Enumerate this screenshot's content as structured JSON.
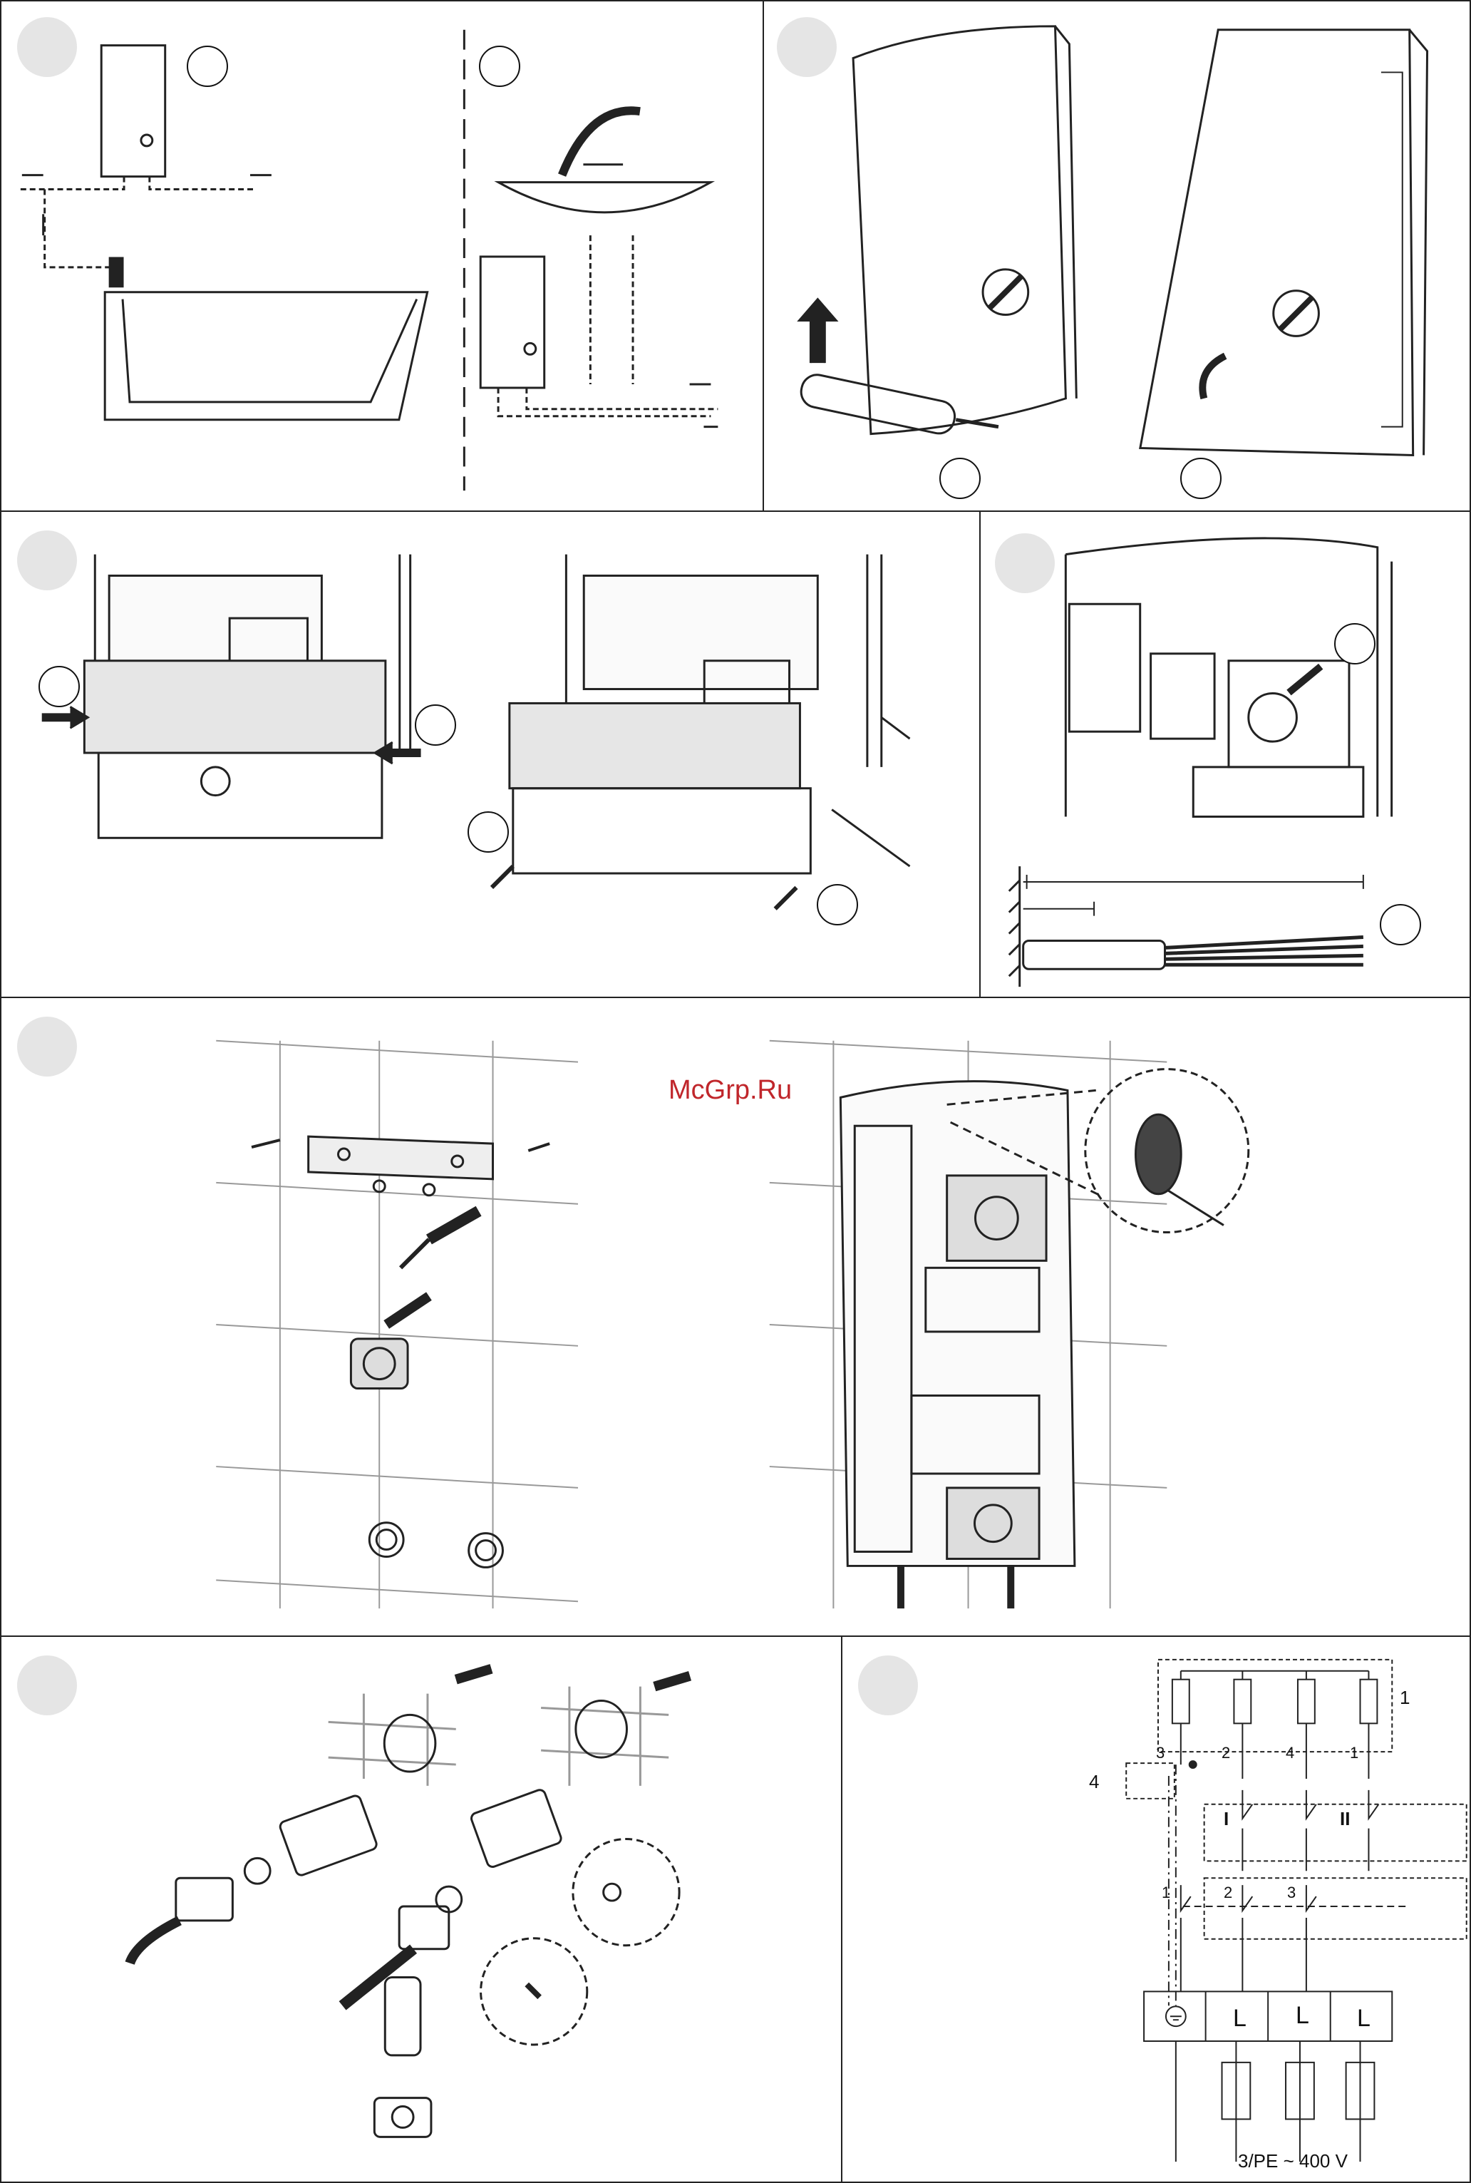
{
  "watermark": "McGrp.Ru",
  "schematic": {
    "number_labels": [
      "1",
      "4"
    ],
    "supply_label": "3/PE ~ 400 V",
    "switch_labels": [
      "3",
      "2",
      "4",
      "1",
      "I",
      "II",
      "1",
      "2",
      "3"
    ],
    "terminal_labels": [
      "L",
      "L",
      "L"
    ]
  }
}
